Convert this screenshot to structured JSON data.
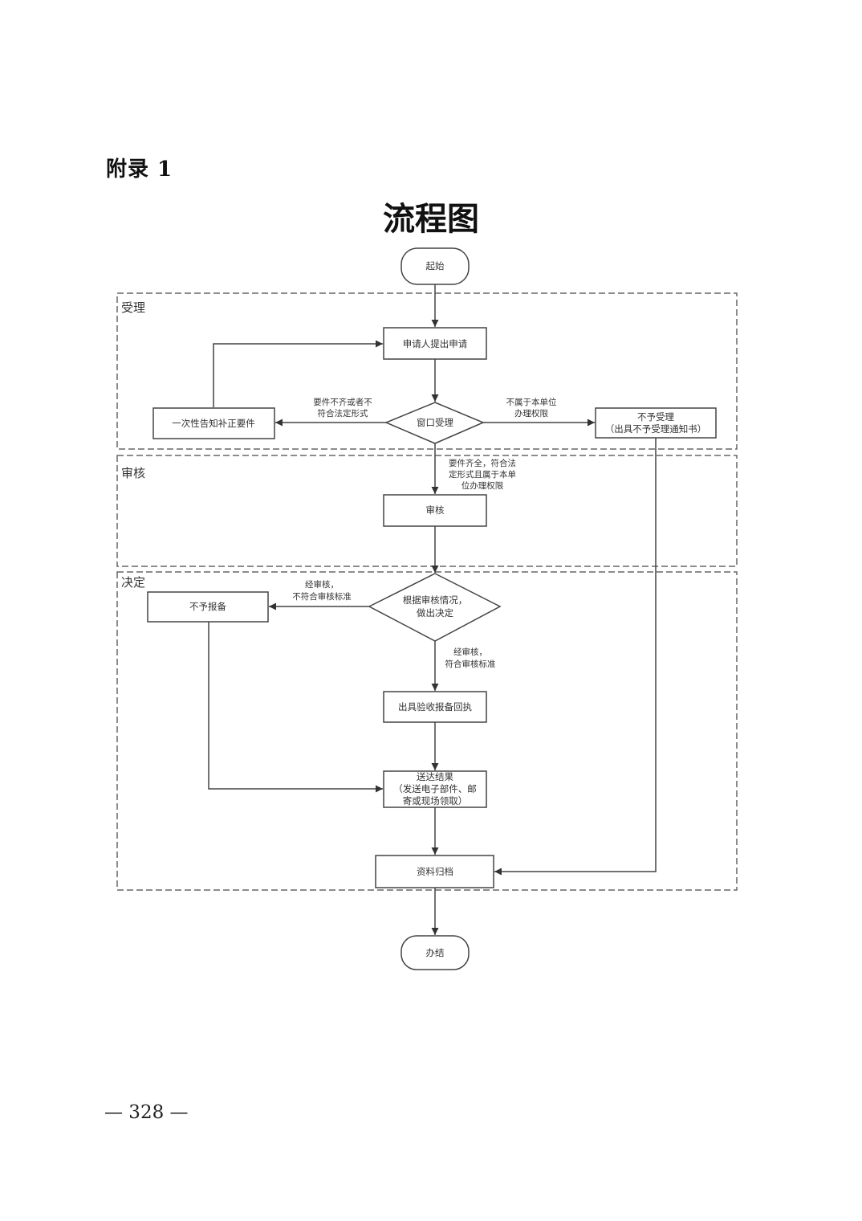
{
  "page": {
    "appendix_label": "附录 1",
    "title": "流程图",
    "page_number": "— 328 —"
  },
  "lanes": [
    {
      "label": "受理"
    },
    {
      "label": "审核"
    },
    {
      "label": "决定"
    }
  ],
  "nodes": {
    "start": {
      "lines": [
        "起始"
      ]
    },
    "apply": {
      "lines": [
        "申请人提出申请"
      ]
    },
    "window": {
      "lines": [
        "窗口受理"
      ]
    },
    "notify": {
      "lines": [
        "一次性告知补正要件"
      ]
    },
    "reject": {
      "lines": [
        "不予受理",
        "（出具不予受理通知书）"
      ]
    },
    "review": {
      "lines": [
        "审核"
      ]
    },
    "decide": {
      "lines": [
        "根据审核情况，",
        "做出决定"
      ]
    },
    "no_record": {
      "lines": [
        "不予报备"
      ]
    },
    "receipt": {
      "lines": [
        "出具验收报备回执"
      ]
    },
    "deliver": {
      "lines": [
        "送达结果",
        "（发送电子部件、邮",
        "寄或现场领取）"
      ]
    },
    "archive": {
      "lines": [
        "资料归档"
      ]
    },
    "end": {
      "lines": [
        "办结"
      ]
    }
  },
  "edges": {
    "incomplete": {
      "lines": [
        "要件不齐或者不",
        "符合法定形式"
      ]
    },
    "out_of_scope": {
      "lines": [
        "不属于本单位",
        "办理权限"
      ]
    },
    "complete": {
      "lines": [
        "要件齐全，符合法",
        "定形式且属于本单",
        "位办理权限"
      ]
    },
    "fail": {
      "lines": [
        "经审核，",
        "不符合审核标准"
      ]
    },
    "pass": {
      "lines": [
        "经审核，",
        "符合审核标准"
      ]
    }
  },
  "colors": {
    "stroke": "#444444",
    "lane_border": "#666666",
    "text": "#333333"
  }
}
